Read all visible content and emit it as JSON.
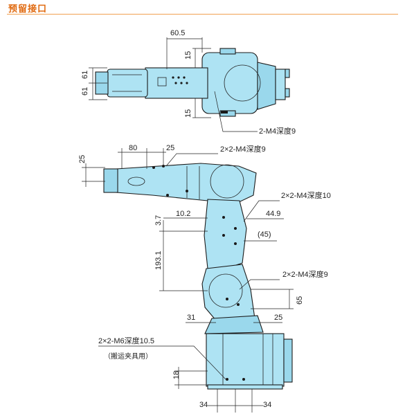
{
  "header": {
    "title": "预留接口"
  },
  "top_view": {
    "dim_60_5": "60.5",
    "dim_15_top": "15",
    "dim_15_bottom": "15",
    "dim_61_a": "61",
    "dim_61_b": "61",
    "callout_m4_9": "2-M4深度9"
  },
  "side_view": {
    "dim_25_left": "25",
    "dim_80": "80",
    "dim_25_top": "25",
    "callout_2x2_m4_9_top": "2×2-M4深度9",
    "callout_2x2_m4_10": "2×2-M4深度10",
    "dim_10_2": "10.2",
    "dim_44_9": "44.9",
    "dim_3_7": "3.7",
    "dim_45_ref": "(45)",
    "dim_193_1": "193.1",
    "callout_2x2_m4_9_lower": "2×2-M4深度9",
    "dim_65": "65",
    "dim_31": "31",
    "dim_25_lower": "25",
    "callout_m6": "2×2-M6深度10.5",
    "callout_m6_note": "（搬运夹具用）",
    "dim_18": "18",
    "dim_34_left": "34",
    "dim_34_right": "34"
  }
}
